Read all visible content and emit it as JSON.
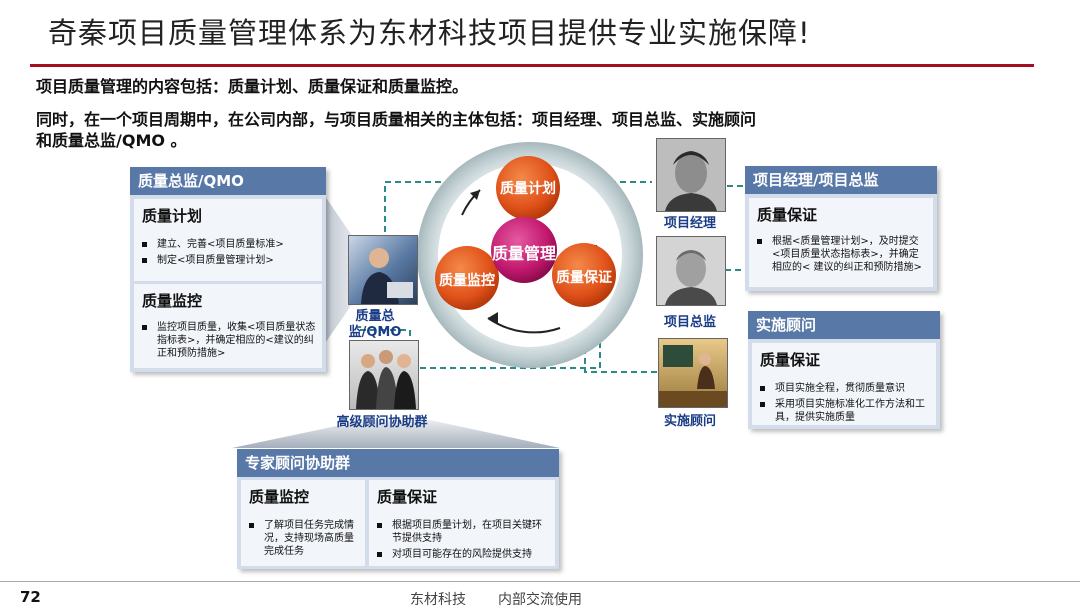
{
  "title": "奇秦项目质量管理体系为东材科技项目提供专业实施保障!",
  "intro": {
    "line1": "项目质量管理的内容包括：质量计划、质量保证和质量监控。",
    "line2": "同时，在一个项目周期中，在公司内部，与项目质量相关的主体包括：项目经理、项目总监、实施顾问",
    "line3": "和质量总监/QMO 。"
  },
  "left_panel": {
    "header": "质量总监/QMO",
    "section1": {
      "heading": "质量计划",
      "bullets": [
        "建立、完善<项目质量标准>",
        "制定<项目质量管理计划>"
      ]
    },
    "section2": {
      "heading": "质量监控",
      "bullets": [
        "监控项目质量，收集<项目质量状态指标表>，并确定相应的<建议的纠正和预防措施>"
      ]
    }
  },
  "bottom_panel": {
    "header": "专家顾问协助群",
    "section1": {
      "heading": "质量监控",
      "bullets": [
        "了解项目任务完成情况，支持现场高质量完成任务"
      ]
    },
    "section2": {
      "heading": "质量保证",
      "bullets": [
        "根据项目质量计划，在项目关键环节提供支持",
        "对项目可能存在的风险提供支持"
      ]
    }
  },
  "right_top_panel": {
    "header": "项目经理/项目总监",
    "section": {
      "heading": "质量保证",
      "bullets": [
        "根据<质量管理计划>，及时提交<项目质量状态指标表>，并确定相应的< 建议的纠正和预防措施>"
      ]
    }
  },
  "right_bottom_panel": {
    "header": "实施顾问",
    "section": {
      "heading": "质量保证",
      "bullets": [
        "项目实施全程，贯彻质量意识",
        "采用项目实施标准化工作方法和工具，提供实施质量"
      ]
    }
  },
  "center": {
    "core": "质量管理",
    "plan": "质量计划",
    "monitor": "质量监控",
    "assure": "质量保证"
  },
  "captions": {
    "qmo": "质量总监/QMO",
    "advisors": "高级顾问协助群",
    "pm": "项目经理",
    "director": "项目总监",
    "consultant": "实施顾问"
  },
  "footer": {
    "page_number": "72",
    "company": "东材科技",
    "note": "内部交流使用"
  },
  "colors": {
    "accent": "#a50d20",
    "panel_header": "#5878a8",
    "panel_bg": "#d2dceb",
    "ball": "#e0521a",
    "core": "#c2186e"
  }
}
